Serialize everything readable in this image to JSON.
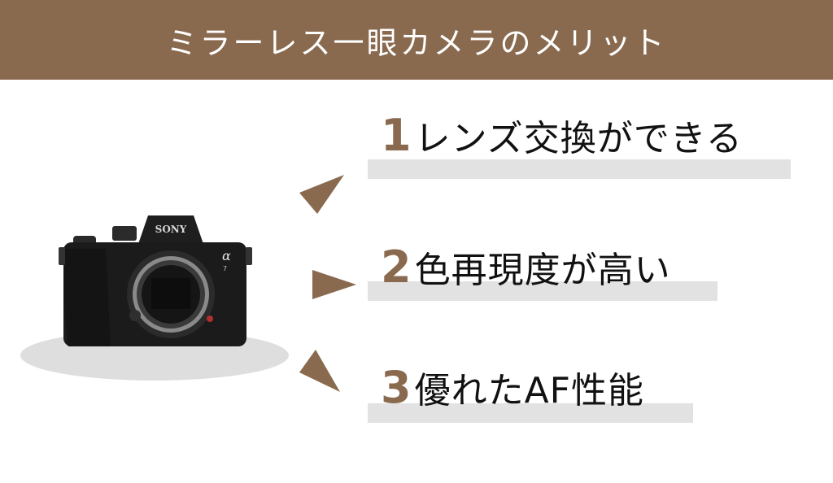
{
  "header": {
    "title": "ミラーレス一眼カメラのメリット"
  },
  "camera": {
    "brand": "SONY",
    "model_symbol": "α",
    "model_number": "7"
  },
  "items": [
    {
      "number": "1",
      "label": "レンズ交換ができる"
    },
    {
      "number": "2",
      "label": "色再現度が高い"
    },
    {
      "number": "3",
      "label": "優れたAF性能"
    }
  ],
  "colors": {
    "accent": "#8a6a4f",
    "underline": "#e2e2e2",
    "shadow": "#dedede"
  }
}
